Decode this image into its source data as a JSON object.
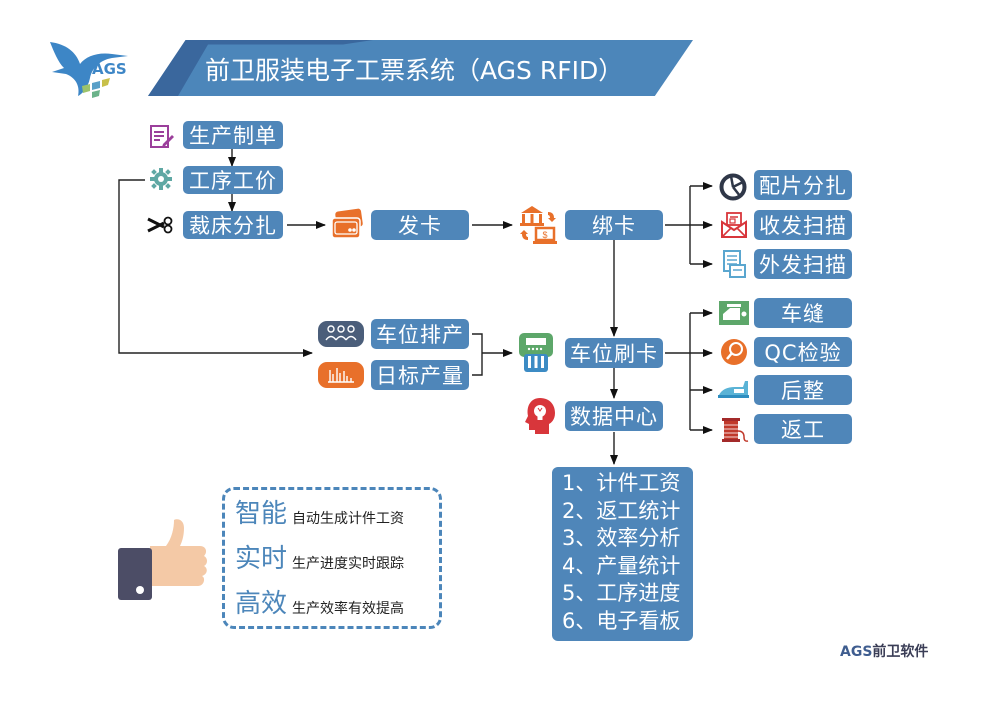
{
  "header": {
    "logo_text": "AGS",
    "title": "前卫服装电子工票系统（AGS RFID）"
  },
  "flow": {
    "production_order": "生产制单",
    "process_pricing": "工序工价",
    "cutting_bundling": "裁床分扎",
    "card_issue": "发卡",
    "card_binding": "绑卡",
    "bind_outputs": [
      "配片分扎",
      "收发扫描",
      "外发扫描"
    ],
    "station_schedule": "车位排产",
    "daily_target": "日标产量",
    "station_swipe": "车位刷卡",
    "swipe_outputs": [
      "车缝",
      "QC检验",
      "后整",
      "返工"
    ],
    "data_center": "数据中心"
  },
  "data_center_list": [
    "1、计件工资",
    "2、返工统计",
    "3、效率分析",
    "4、产量统计",
    "5、工序进度",
    "6、电子看板"
  ],
  "features": [
    {
      "title": "智能",
      "desc": "自动生成计件工资"
    },
    {
      "title": "实时",
      "desc": "生产进度实时跟踪"
    },
    {
      "title": "高效",
      "desc": "生产效率有效提高"
    }
  ],
  "footer": {
    "brand_en": "AGS",
    "brand_cn": "前卫软件"
  },
  "colors": {
    "node_blue": "#4f86b9",
    "banner_blue": "#4c86ba",
    "orange": "#e8702a",
    "teal": "#5fa8a4",
    "green": "#5da76a",
    "red": "#d8363b"
  }
}
